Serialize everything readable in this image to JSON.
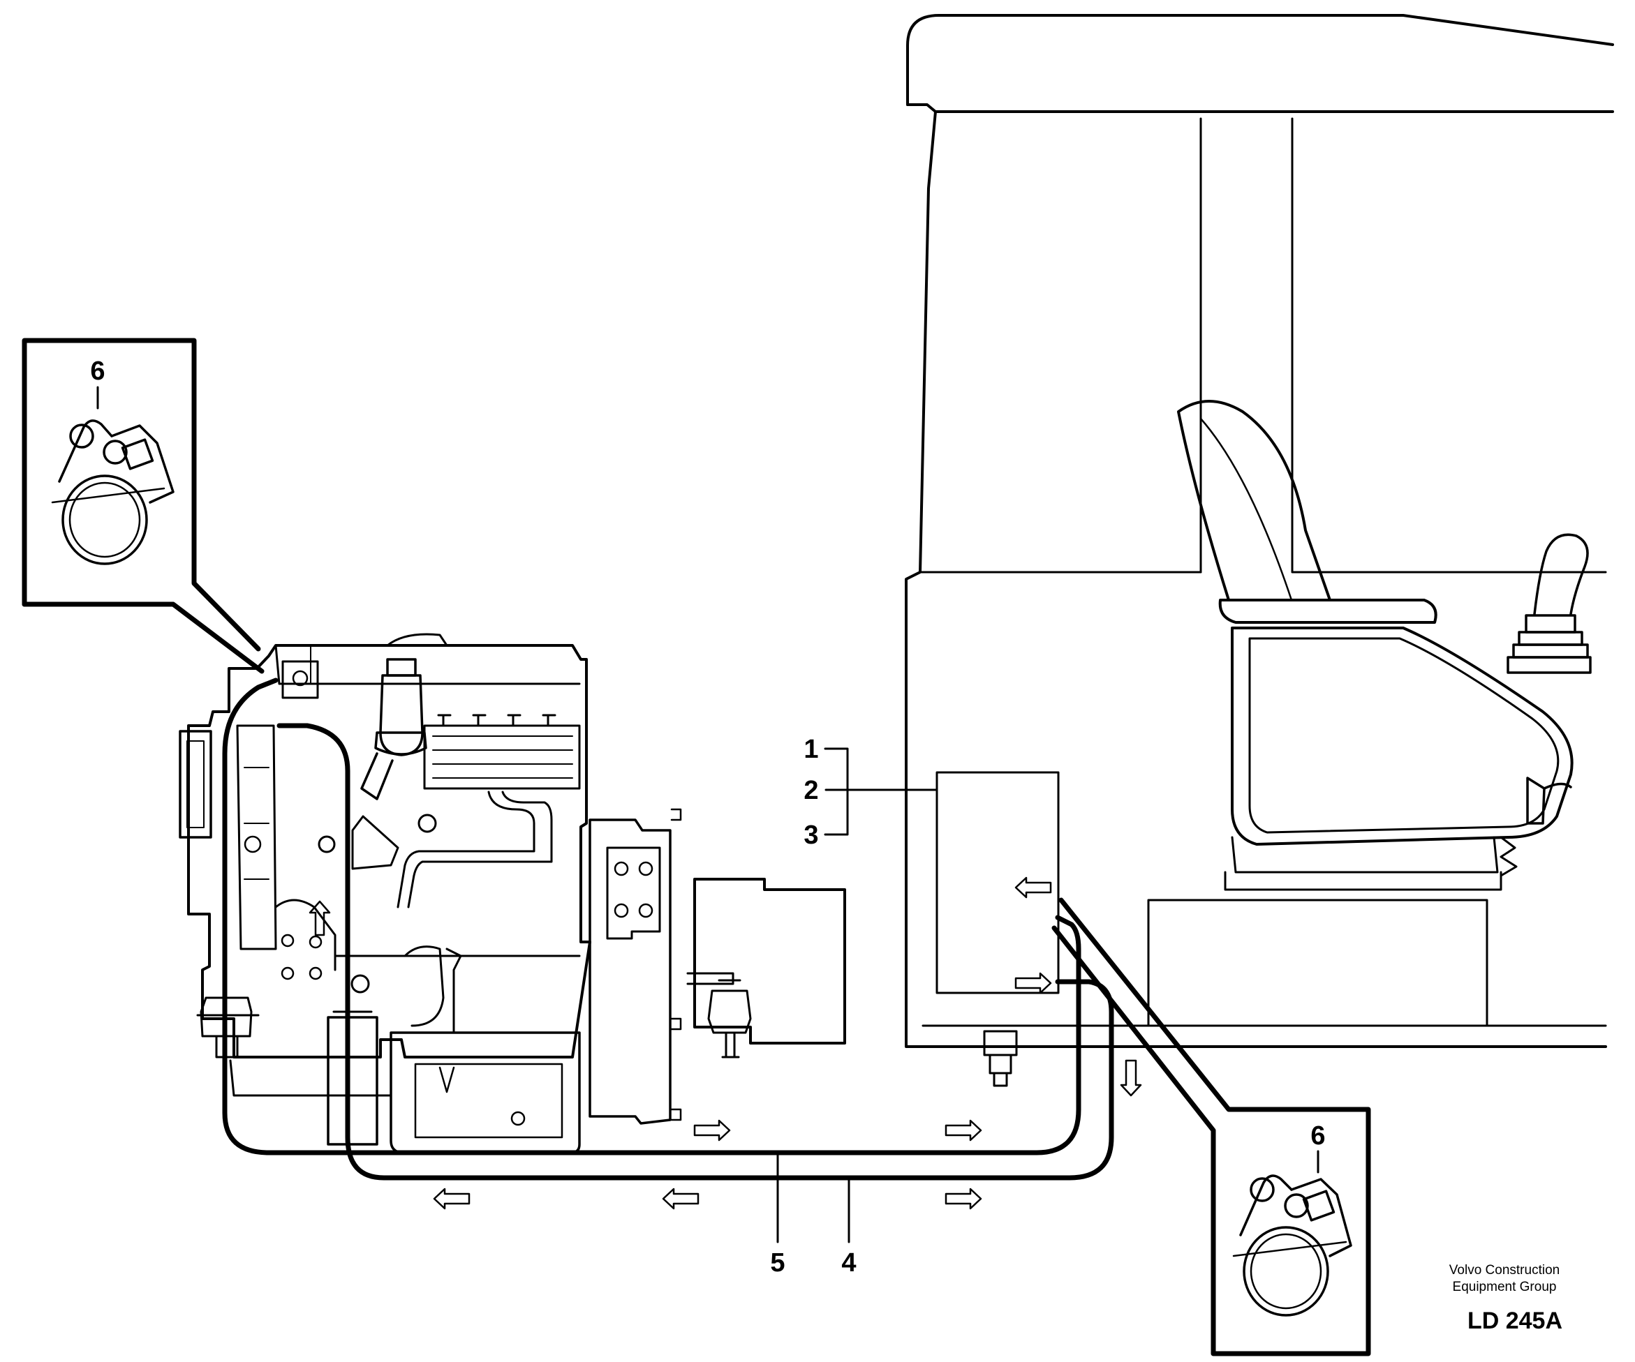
{
  "callouts": {
    "c1": "1",
    "c2": "2",
    "c3": "3",
    "c4": "4",
    "c5": "5",
    "c6_top": "6",
    "c6_bottom": "6"
  },
  "credit": {
    "line1": "Volvo Construction",
    "line2": "Equipment Group"
  },
  "drawing_code": "LD 245A",
  "colors": {
    "ink": "#000000",
    "paper": "#ffffff"
  }
}
